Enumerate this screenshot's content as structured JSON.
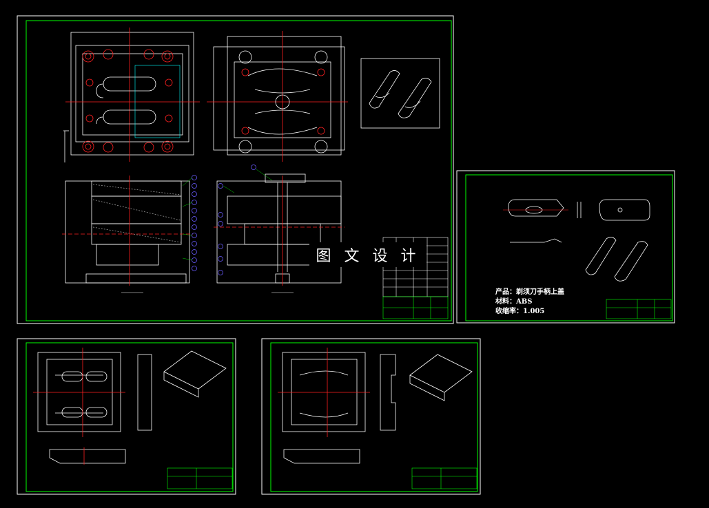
{
  "watermark": "图 文 设 计",
  "product_sheet": {
    "product_line": "产品：剃须刀手柄上盖",
    "material_line": "材料：ABS",
    "shrinkage_line": "收缩率：1.005"
  },
  "colors": {
    "background": "#000000",
    "frame": "#00ff00",
    "inner_frame": "#ffffff",
    "geometry": "#ffffff",
    "centerline": "#ff2020",
    "balloon": "#6a5cff",
    "accent": "#ffff00",
    "cyan": "#00ffff"
  }
}
